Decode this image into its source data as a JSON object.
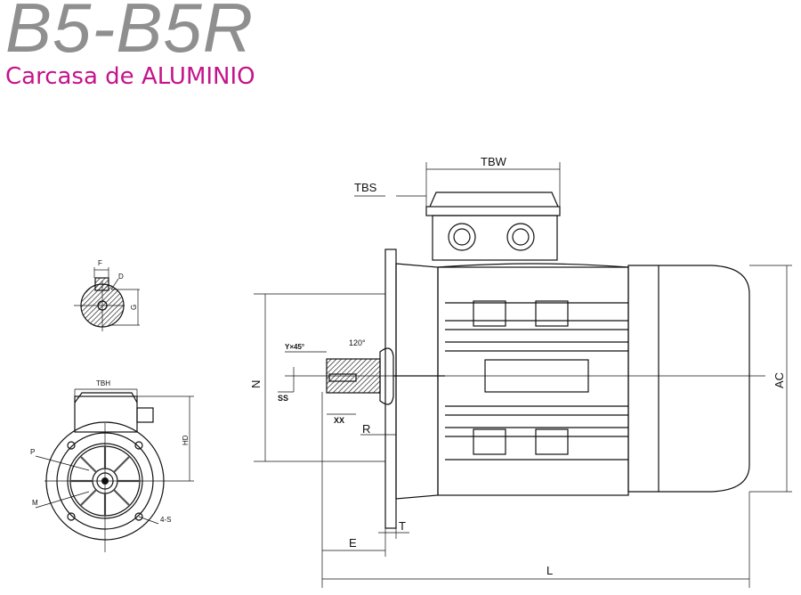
{
  "header": {
    "title": "B5-B5R",
    "subtitle": "Carcasa de ALUMINIO"
  },
  "colors": {
    "title": "#8f8f8f",
    "subtitle": "#c4148c",
    "lines": "#111111"
  },
  "shaft_section": {
    "labels": {
      "f": "F",
      "d": "D",
      "g": "G"
    }
  },
  "front_view": {
    "labels": {
      "tbh": "TBH",
      "hd": "HD",
      "p": "P",
      "m": "M",
      "s": "4-S"
    }
  },
  "side_view": {
    "labels": {
      "tbw": "TBW",
      "tbs": "TBS",
      "n": "N",
      "ac": "AC",
      "r": "R",
      "t": "T",
      "e": "E",
      "l": "L",
      "y45": "Y×45°",
      "angle": "120°",
      "ss": "SS",
      "xx": "XX"
    }
  }
}
